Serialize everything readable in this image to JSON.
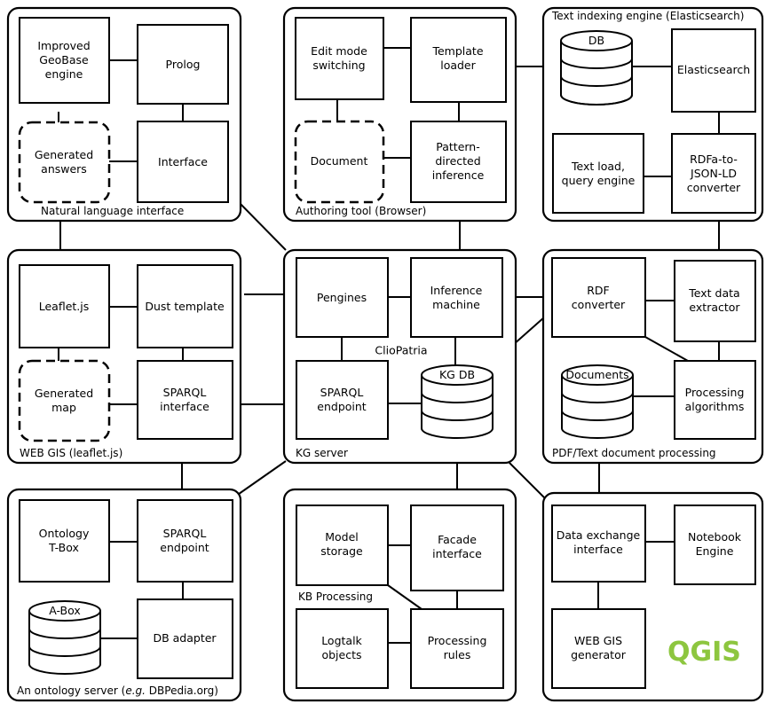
{
  "groups": {
    "nli": "Natural language interface",
    "authoring": "Authoring tool (Browser)",
    "text_index": "Text indexing engine (Elasticsearch)",
    "webgis": "WEB GIS (leaflet.js)",
    "kg_server": "KG server",
    "cliopatria": "ClioPatria",
    "pdf": "PDF/Text document processing",
    "onto_prefix": "An ontology server (",
    "onto_eg": "e.g.",
    "onto_suffix": " DBPedia.org)",
    "kb": "KB Processing"
  },
  "boxes": {
    "geobase": [
      "Improved",
      "GeoBase",
      "engine"
    ],
    "prolog": [
      "Prolog"
    ],
    "gen_answers": [
      "Generated",
      "answers"
    ],
    "interface": [
      "Interface"
    ],
    "edit_mode": [
      "Edit mode",
      "switching"
    ],
    "template_loader": [
      "Template",
      "loader"
    ],
    "document": [
      "Document"
    ],
    "pattern": [
      "Pattern-",
      "directed",
      "inference"
    ],
    "db": [
      "DB"
    ],
    "elasticsearch": [
      "Elasticsearch"
    ],
    "text_load": [
      "Text load,",
      "query engine"
    ],
    "rdfa": [
      "RDFa-to-",
      "JSON-LD",
      "converter"
    ],
    "leaflet": [
      "Leaflet.js"
    ],
    "dust": [
      "Dust template"
    ],
    "gen_map": [
      "Generated",
      "map"
    ],
    "sparql_iface": [
      "SPARQL",
      "interface"
    ],
    "pengines": [
      "Pengines"
    ],
    "inference": [
      "Inference",
      "machine"
    ],
    "sparql_ep": [
      "SPARQL",
      "endpoint"
    ],
    "kgdb": [
      "KG DB"
    ],
    "rdf_conv": [
      "RDF",
      "converter"
    ],
    "text_extractor": [
      "Text data",
      "extractor"
    ],
    "documents": [
      "Documents"
    ],
    "proc_algo": [
      "Processing",
      "algorithms"
    ],
    "ontology": [
      "Ontology",
      "T-Box"
    ],
    "sparql_ep2": [
      "SPARQL",
      "endpoint"
    ],
    "abox": [
      "A-Box"
    ],
    "db_adapter": [
      "DB adapter"
    ],
    "model_storage": [
      "Model",
      "storage"
    ],
    "facade": [
      "Facade",
      "interface"
    ],
    "logtalk": [
      "Logtalk",
      "objects"
    ],
    "proc_rules": [
      "Processing",
      "rules"
    ],
    "data_exchange": [
      "Data exchange",
      "interface"
    ],
    "notebook": [
      "Notebook",
      "Engine"
    ],
    "webgis_gen": [
      "WEB GIS",
      "generator"
    ]
  },
  "logo": {
    "text": "QGIS",
    "color": "#8dc63f"
  }
}
